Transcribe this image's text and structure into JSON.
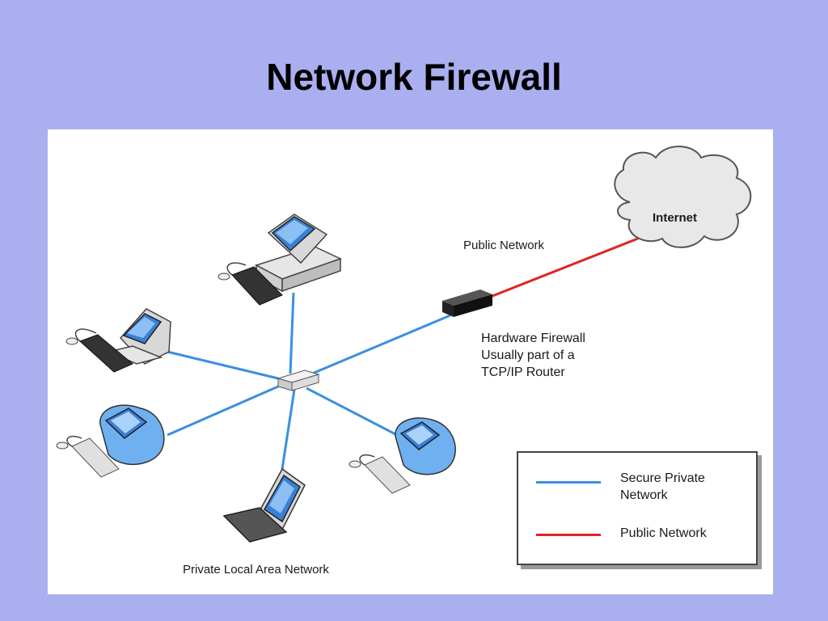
{
  "slide": {
    "title": "Network Firewall"
  },
  "diagram": {
    "labels": {
      "internet": "Internet",
      "public_network": "Public Network",
      "firewall_line1": "Hardware Firewall",
      "firewall_line2": "Usually part of a",
      "firewall_line3": "TCP/IP Router",
      "private_lan": "Private Local Area Network"
    },
    "legend": {
      "secure_line1": "Secure Private",
      "secure_line2": "Network",
      "public": "Public Network"
    },
    "colors": {
      "secure_link": "#3b8fe0",
      "public_link": "#e02424",
      "background": "#aaaff0"
    },
    "icons": [
      "cloud-icon",
      "firewall-router-icon",
      "network-hub-icon",
      "desktop-computer-icon",
      "imac-computer-icon",
      "laptop-icon"
    ]
  }
}
